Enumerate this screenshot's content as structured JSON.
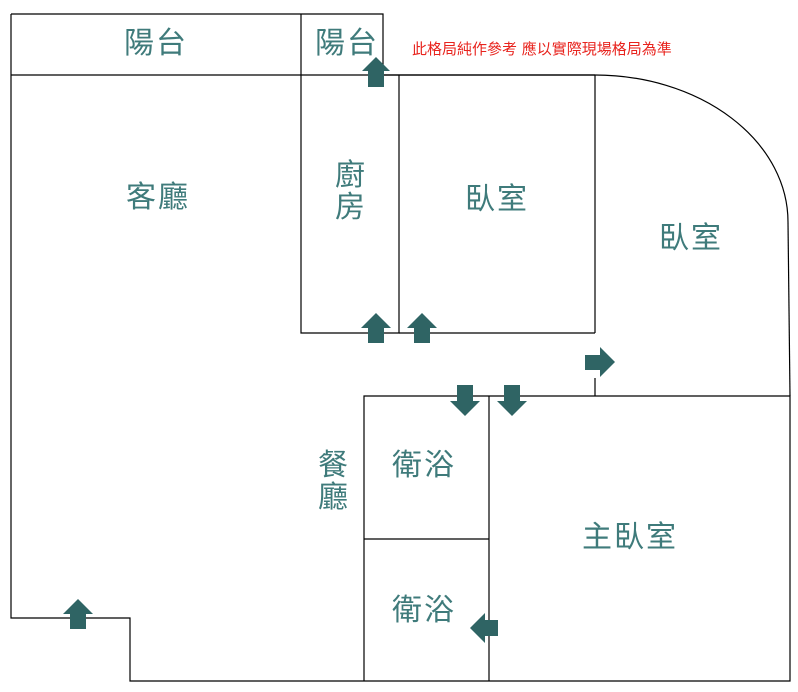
{
  "note": "此格局純作參考 應以實際現場格局為準",
  "rooms": {
    "balcony_left": "陽台",
    "balcony_right": "陽台",
    "living_room": "客廳",
    "kitchen": "廚房",
    "bedroom_middle": "臥室",
    "bedroom_right": "臥室",
    "dining_room": "餐廳",
    "bathroom_upper": "衛浴",
    "bathroom_lower": "衛浴",
    "master_bedroom": "主臥室"
  },
  "colors": {
    "wall": "#000000",
    "label": "#3f7b7b",
    "arrow": "#2f6464",
    "note": "#e8231d"
  },
  "arrows": [
    {
      "id": "kitchen-balcony",
      "direction": "up"
    },
    {
      "id": "kitchen-door",
      "direction": "up"
    },
    {
      "id": "bedroom-middle-door",
      "direction": "up"
    },
    {
      "id": "bedroom-right-door",
      "direction": "right"
    },
    {
      "id": "bathroom-upper-door",
      "direction": "down"
    },
    {
      "id": "master-bedroom-door",
      "direction": "down"
    },
    {
      "id": "bathroom-lower-door",
      "direction": "left"
    },
    {
      "id": "entrance",
      "direction": "up"
    }
  ]
}
